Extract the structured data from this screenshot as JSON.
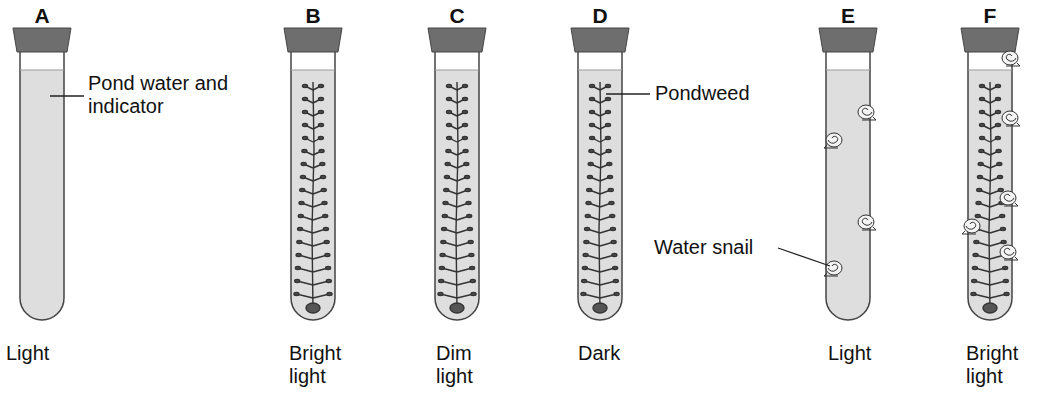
{
  "diagram": {
    "labels": [
      "A",
      "B",
      "C",
      "D",
      "E",
      "F",
      "Pond water and indicator",
      "Pondweed",
      "Water snail",
      "Light",
      "Bright light",
      "Dim light",
      "Dark",
      "Light",
      "Bright light"
    ]
  }
}
